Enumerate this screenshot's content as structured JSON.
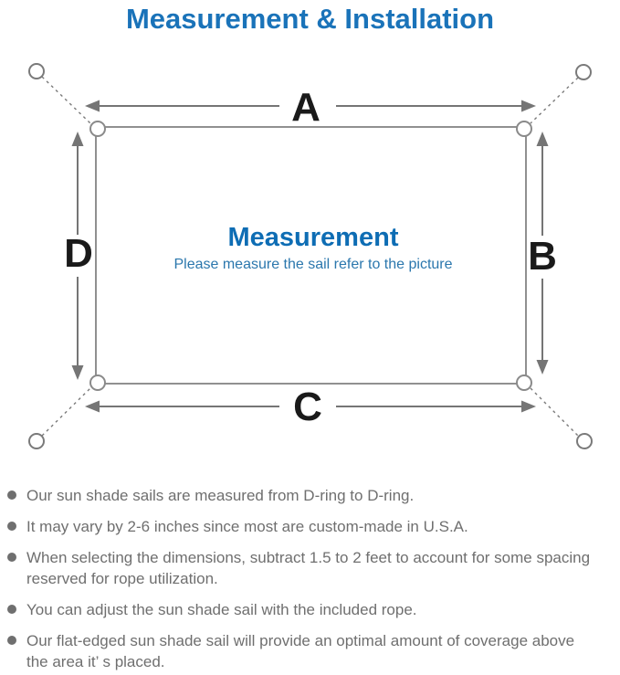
{
  "title": "Measurement & Installation",
  "diagram": {
    "labels": {
      "top": "A",
      "right": "B",
      "bottom": "C",
      "left": "D"
    },
    "center_title": "Measurement",
    "center_subtitle": "Please measure the sail refer to the picture"
  },
  "bullets": [
    {
      "lines": [
        "Our sun shade sails are measured from D-ring to D-ring."
      ]
    },
    {
      "lines": [
        "It may vary by 2-6 inches since most are custom-made in U.S.A."
      ]
    },
    {
      "lines": [
        "When selecting the dimensions, subtract 1.5 to 2 feet to account for some spacing",
        "reserved for rope utilization."
      ]
    },
    {
      "lines": [
        "You can adjust the sun shade sail with the included rope."
      ]
    },
    {
      "lines": [
        "Our flat-edged sun shade sail will provide an optimal amount of coverage above",
        "the area it’ s placed."
      ]
    }
  ],
  "colors": {
    "title_blue": "#1a73b9",
    "center_title_blue": "#0e6db4",
    "center_subtitle_blue": "#2b77ad",
    "note_gray": "#6f6f6f",
    "line_gray": "#8a8a8a",
    "arrow_gray": "#757575",
    "label_black": "#1a1a1a"
  }
}
